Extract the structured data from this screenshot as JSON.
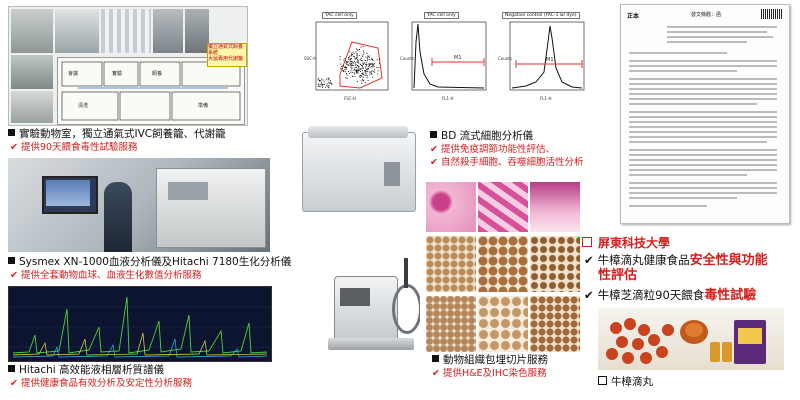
{
  "animal_room": {
    "title": "實驗動物室，獨立通氣式IVC飼養籠、代謝籠",
    "sub1": "提供90天餵食毒性試驗服務",
    "callout": "獨立通氣式飼養系統\n大鼠專用代謝籠",
    "map_labels": [
      "會議",
      "實驗",
      "飼養",
      "清洗",
      "準備"
    ]
  },
  "sysmex": {
    "title": "Sysmex XN-1000血液分析儀及Hitachi 7180生化分析儀",
    "sub1": "提供全套動物血球、血液生化數值分析服務"
  },
  "hplc": {
    "title": "Hitachi 高效能液相層析質譜儀",
    "sub1": "提供健康食品有效分析及安定性分析服務"
  },
  "flow": {
    "title": "BD 流式細胞分析儀",
    "sub1": "提供免疫調節功能性評估、",
    "sub2": "自然殺手細胞、吞噬細胞活性分析",
    "plot_labels": [
      "YAC cell only",
      "YAC cell only",
      "Negative control (YAC-1 w/ dye)"
    ],
    "gate_label": "M1",
    "axis_fsc": "FSC-H",
    "axis_ssc": "SSC-H",
    "axis_fl": "FL1-H",
    "axis_counts": "Counts"
  },
  "histo": {
    "title": "動物組織包埋切片服務",
    "sub1": "提供H&E及IHC染色服務"
  },
  "university": {
    "name": "屏東科技大學",
    "line1a": "牛樟滴丸健康食品",
    "line1b": "安全性與功能",
    "line1c": "性評估",
    "line2a": "牛樟芝滴粒90天餵食",
    "line2b": "毒性試驗",
    "product_caption": "牛樟滴丸"
  },
  "document": {
    "header_left": "正本",
    "header_right": "發文條戳：函",
    "doc_label": "函"
  },
  "colors": {
    "accent_red": "#d81c1c",
    "text": "#111111",
    "gate": "#e8322c",
    "hplc_bg": "#0c1430",
    "hplc_trace": "#4fd13a"
  }
}
